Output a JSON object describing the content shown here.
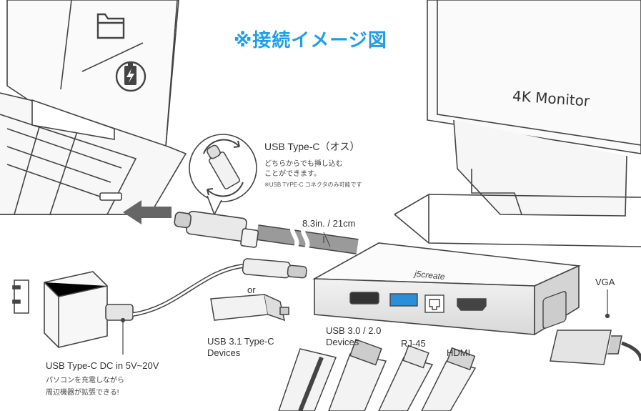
{
  "title": "※接続イメージ図",
  "monitor_label": "4K Monitor",
  "cable_callout": {
    "heading": "USB Type-C（オス）",
    "line1": "どちらからでも挿し込む",
    "line2": "ことができます。",
    "note": "※USB TYPE-C コネクタのみ可能です"
  },
  "cable_length": "8.3in. / 21cm",
  "or_label": "or",
  "hub_logo": "j5create",
  "ports": {
    "vga": "VGA",
    "usb30": [
      "USB 3.0 / 2.0",
      "Devices"
    ],
    "rj45": "RJ-45",
    "hdmi": "HDMI",
    "usb31": [
      "USB 3.1 Type-C",
      "Devices"
    ]
  },
  "power": {
    "heading": "USB Type-C  DC in 5V~20V",
    "line1": "パソコンを充電しながら",
    "line2": "周辺機器が拡張できる!"
  },
  "icons": [
    "folder-icon",
    "battery-charging-icon",
    "rotate-arrows-icon",
    "arrow-left-icon"
  ],
  "colors": {
    "title": "#1f9ee6",
    "usb3_port": "#2a8fd8",
    "line": "#333333",
    "cable": "#9a9a9a"
  }
}
